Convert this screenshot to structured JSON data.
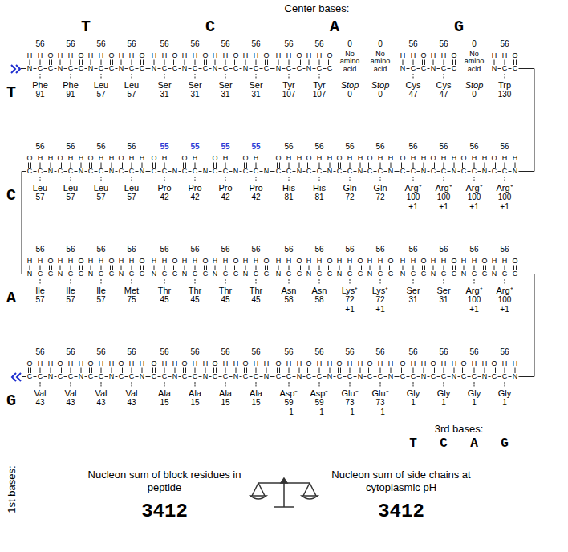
{
  "diagram": {
    "labels": [
      "Center bases:",
      "T",
      "C",
      "A",
      "G",
      "T",
      "56",
      "H",
      "N",
      "C",
      "H",
      "C",
      "O",
      "Phe",
      "91",
      "56",
      "H",
      "N",
      "C",
      "H",
      "C",
      "O",
      "Phe",
      "91",
      "56",
      "H",
      "N",
      "C",
      "H",
      "C",
      "O",
      "Leu",
      "57",
      "56",
      "H",
      "N",
      "C",
      "H",
      "C",
      "O",
      "Leu",
      "57",
      "56",
      "H",
      "N",
      "C",
      "H",
      "C",
      "O",
      "Ser",
      "31",
      "56",
      "H",
      "N",
      "C",
      "H",
      "C",
      "O",
      "Ser",
      "31",
      "56",
      "H",
      "N",
      "C",
      "H",
      "C",
      "O",
      "Ser",
      "31",
      "56",
      "H",
      "N",
      "C",
      "H",
      "C",
      "O",
      "Ser",
      "31",
      "56",
      "H",
      "N",
      "C",
      "H",
      "C",
      "O",
      "Tyr",
      "107",
      "56",
      "H",
      "N",
      "C",
      "H",
      "C",
      "O",
      "Tyr",
      "107",
      "0",
      "No amino acid",
      "Stop",
      "0",
      "0",
      "No amino acid",
      "Stop",
      "0",
      "56",
      "H",
      "N",
      "C",
      "H",
      "C",
      "O",
      "Cys",
      "47",
      "56",
      "H",
      "N",
      "C",
      "H",
      "C",
      "O",
      "Cys",
      "47",
      "0",
      "No amino acid",
      "Stop",
      "0",
      "56",
      "H",
      "N",
      "C",
      "H",
      "C",
      "O",
      "Trp",
      "130",
      "C",
      "56",
      "H",
      "N",
      "C",
      "H",
      "C",
      "O",
      "Leu",
      "57",
      "56",
      "H",
      "N",
      "C",
      "H",
      "C",
      "O",
      "Leu",
      "57",
      "56",
      "H",
      "N",
      "C",
      "H",
      "C",
      "O",
      "Leu",
      "57",
      "56",
      "H",
      "N",
      "C",
      "H",
      "C",
      "O",
      "Leu",
      "57",
      "55",
      "N",
      "C",
      "H",
      "C",
      "O",
      "Pro",
      "42",
      "55",
      "N",
      "C",
      "H",
      "C",
      "O",
      "Pro",
      "42",
      "55",
      "N",
      "C",
      "H",
      "C",
      "O",
      "Pro",
      "42",
      "55",
      "N",
      "C",
      "H",
      "C",
      "O",
      "Pro",
      "42",
      "56",
      "H",
      "N",
      "C",
      "H",
      "C",
      "O",
      "His",
      "81",
      "56",
      "H",
      "N",
      "C",
      "H",
      "C",
      "O",
      "His",
      "81",
      "56",
      "H",
      "N",
      "C",
      "H",
      "C",
      "O",
      "Gln",
      "72",
      "56",
      "H",
      "N",
      "C",
      "H",
      "C",
      "O",
      "Gln",
      "72",
      "56",
      "H",
      "N",
      "C",
      "H",
      "C",
      "O",
      "Arg⁺",
      "100",
      "+1",
      "56",
      "H",
      "N",
      "C",
      "H",
      "C",
      "O",
      "Arg⁺",
      "100",
      "+1",
      "56",
      "H",
      "N",
      "C",
      "H",
      "C",
      "O",
      "Arg⁺",
      "100",
      "+1",
      "56",
      "H",
      "N",
      "C",
      "H",
      "C",
      "O",
      "Arg⁺",
      "100",
      "+1",
      "A",
      "56",
      "H",
      "N",
      "C",
      "H",
      "C",
      "O",
      "Ile",
      "57",
      "56",
      "H",
      "N",
      "C",
      "H",
      "C",
      "O",
      "Ile",
      "57",
      "56",
      "H",
      "N",
      "C",
      "H",
      "C",
      "O",
      "Ile",
      "57",
      "56",
      "H",
      "N",
      "C",
      "H",
      "C",
      "O",
      "Met",
      "75",
      "56",
      "H",
      "N",
      "C",
      "H",
      "C",
      "O",
      "Thr",
      "45",
      "56",
      "H",
      "N",
      "C",
      "H",
      "C",
      "O",
      "Thr",
      "45",
      "56",
      "H",
      "N",
      "C",
      "H",
      "C",
      "O",
      "Thr",
      "45",
      "56",
      "H",
      "N",
      "C",
      "H",
      "C",
      "O",
      "Thr",
      "45",
      "56",
      "H",
      "N",
      "C",
      "H",
      "C",
      "O",
      "Asn",
      "58",
      "56",
      "H",
      "N",
      "C",
      "H",
      "C",
      "O",
      "Asn",
      "58",
      "56",
      "H",
      "N",
      "C",
      "H",
      "C",
      "O",
      "Lys⁺",
      "72",
      "+1",
      "56",
      "H",
      "N",
      "C",
      "H",
      "C",
      "O",
      "Lys⁺",
      "72",
      "+1",
      "56",
      "H",
      "N",
      "C",
      "H",
      "C",
      "O",
      "Ser",
      "31",
      "56",
      "H",
      "N",
      "C",
      "H",
      "C",
      "O",
      "Ser",
      "31",
      "56",
      "H",
      "N",
      "C",
      "H",
      "C",
      "O",
      "Arg⁺",
      "100",
      "+1",
      "56",
      "H",
      "N",
      "C",
      "H",
      "C",
      "O",
      "Arg⁺",
      "100",
      "+1",
      "G",
      "56",
      "H",
      "N",
      "C",
      "H",
      "C",
      "O",
      "Val",
      "43",
      "56",
      "H",
      "N",
      "C",
      "H",
      "C",
      "O",
      "Val",
      "43",
      "56",
      "H",
      "N",
      "C",
      "H",
      "C",
      "O",
      "Val",
      "43",
      "56",
      "H",
      "N",
      "C",
      "H",
      "C",
      "O",
      "Val",
      "43",
      "56",
      "H",
      "N",
      "C",
      "H",
      "C",
      "O",
      "Ala",
      "15",
      "56",
      "H",
      "N",
      "C",
      "H",
      "C",
      "O",
      "Ala",
      "15",
      "56",
      "H",
      "N",
      "C",
      "H",
      "C",
      "O",
      "Ala",
      "15",
      "56",
      "H",
      "N",
      "C",
      "H",
      "C",
      "O",
      "Ala",
      "15",
      "56",
      "H",
      "N",
      "C",
      "H",
      "C",
      "O",
      "Asp⁻",
      "59",
      "−1",
      "56",
      "H",
      "N",
      "C",
      "H",
      "C",
      "O",
      "Asp⁻",
      "59",
      "−1",
      "56",
      "H",
      "N",
      "C",
      "H",
      "C",
      "O",
      "Glu⁻",
      "73",
      "−1",
      "56",
      "H",
      "N",
      "C",
      "H",
      "C",
      "O",
      "Glu⁻",
      "73",
      "−1",
      "56",
      "H",
      "N",
      "C",
      "H",
      "C",
      "O",
      "Gly",
      "1",
      "56",
      "H",
      "N",
      "C",
      "H",
      "C",
      "O",
      "Gly",
      "1",
      "56",
      "H",
      "N",
      "C",
      "H",
      "C",
      "O",
      "Gly",
      "1",
      "56",
      "H",
      "N",
      "C",
      "H",
      "C",
      "O",
      "Gly",
      "1",
      "3rd bases:",
      "T",
      "C",
      "A",
      "G",
      "1st bases:",
      "Nucleon sum of block residues in peptide",
      "3412",
      "Nucleon sum of side chains at cytoplasmic pH",
      "3412"
    ]
  }
}
